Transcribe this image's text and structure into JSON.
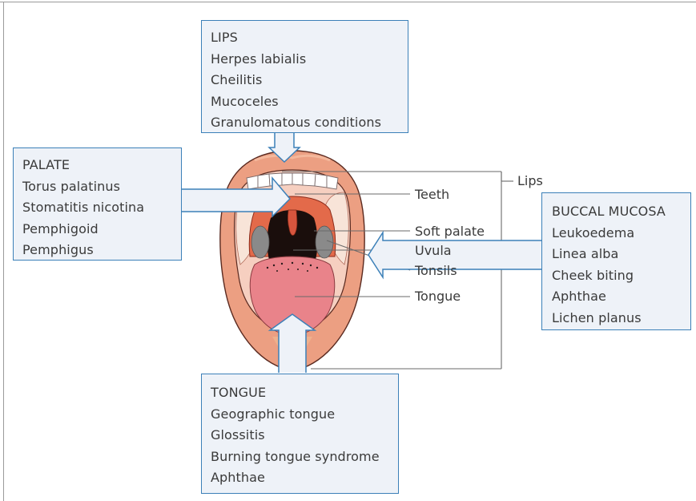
{
  "boxes": {
    "lips": {
      "title": "LIPS",
      "items": [
        "Herpes labialis",
        "Cheilitis",
        "Mucoceles",
        "Granulomatous conditions"
      ]
    },
    "palate": {
      "title": "PALATE",
      "items": [
        "Torus palatinus",
        "Stomatitis nicotina",
        "Pemphigoid",
        "Pemphigus"
      ]
    },
    "buccal": {
      "title": "BUCCAL MUCOSA",
      "items": [
        "Leukoedema",
        "Linea alba",
        "Cheek biting",
        "Aphthae",
        "Lichen planus"
      ]
    },
    "tongue": {
      "title": "TONGUE",
      "items": [
        "Geographic tongue",
        "Glossitis",
        "Burning tongue syndrome",
        "Aphthae"
      ]
    }
  },
  "labels": {
    "lips": "Lips",
    "teeth": "Teeth",
    "soft_palate": "Soft palate",
    "uvula": "Uvula",
    "tonsils": "Tonsils",
    "tongue": "Tongue"
  },
  "colors": {
    "box_fill": "#eef2f8",
    "box_border": "#3c80b8",
    "lip_color": "#ec9f82",
    "mouth_dark": "#1a0e0c",
    "palate_color": "#f6cfc0",
    "tongue_color": "#e9838a"
  }
}
